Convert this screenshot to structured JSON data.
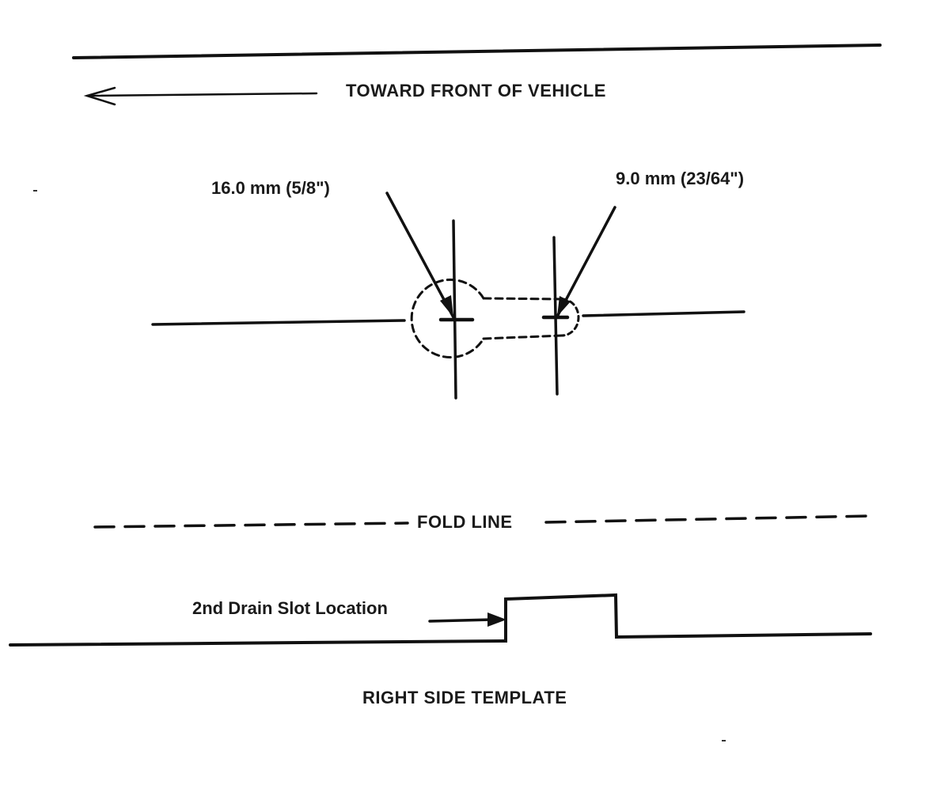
{
  "labels": {
    "direction": "TOWARD FRONT OF VEHICLE",
    "large_hole": "16.0 mm (5/8\")",
    "small_hole": "9.0 mm (23/64\")",
    "fold_line": "FOLD LINE",
    "drain_slot": "2nd Drain Slot Location",
    "title": "RIGHT SIDE TEMPLATE"
  },
  "colors": {
    "ink": "#111111",
    "paper": "#ffffff"
  },
  "icons": {
    "direction_arrow": "arrow-left-icon"
  }
}
